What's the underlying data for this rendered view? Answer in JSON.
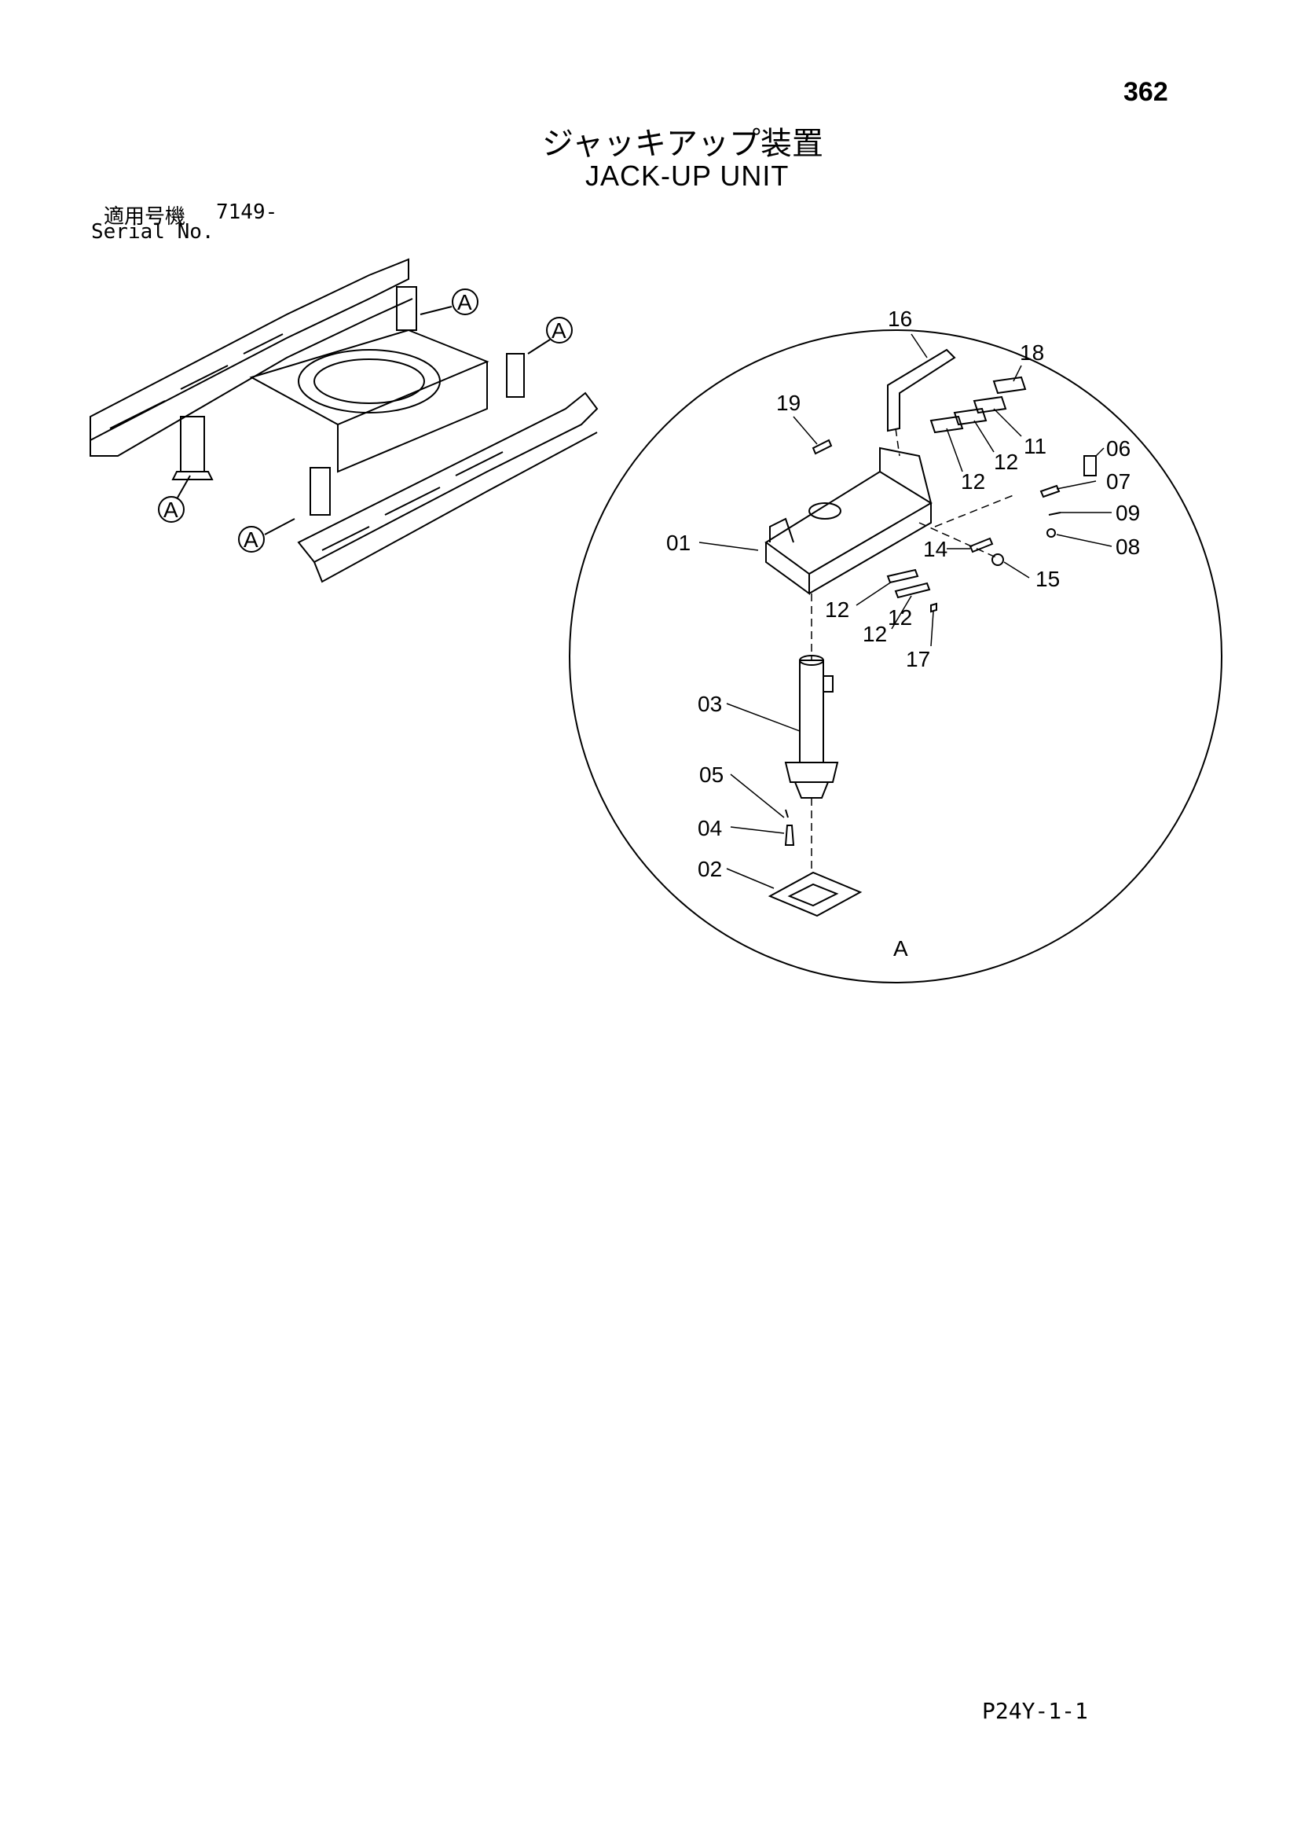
{
  "header": {
    "page_number": "362",
    "title_jp": "ジャッキアップ装置",
    "title_en": "JACK-UP UNIT"
  },
  "serial": {
    "label_jp": "適用号機",
    "value": "7149-",
    "label_en": "Serial No."
  },
  "overview": {
    "view_markers": [
      "A",
      "A",
      "A",
      "A"
    ]
  },
  "detail": {
    "view_label": "A",
    "callouts": [
      "16",
      "18",
      "19",
      "11",
      "12",
      "06",
      "12",
      "12",
      "07",
      "09",
      "01",
      "14",
      "08",
      "15",
      "12",
      "12",
      "17",
      "03",
      "05",
      "04",
      "02"
    ]
  },
  "footer": {
    "page_ref": "P24Y-1-1"
  }
}
